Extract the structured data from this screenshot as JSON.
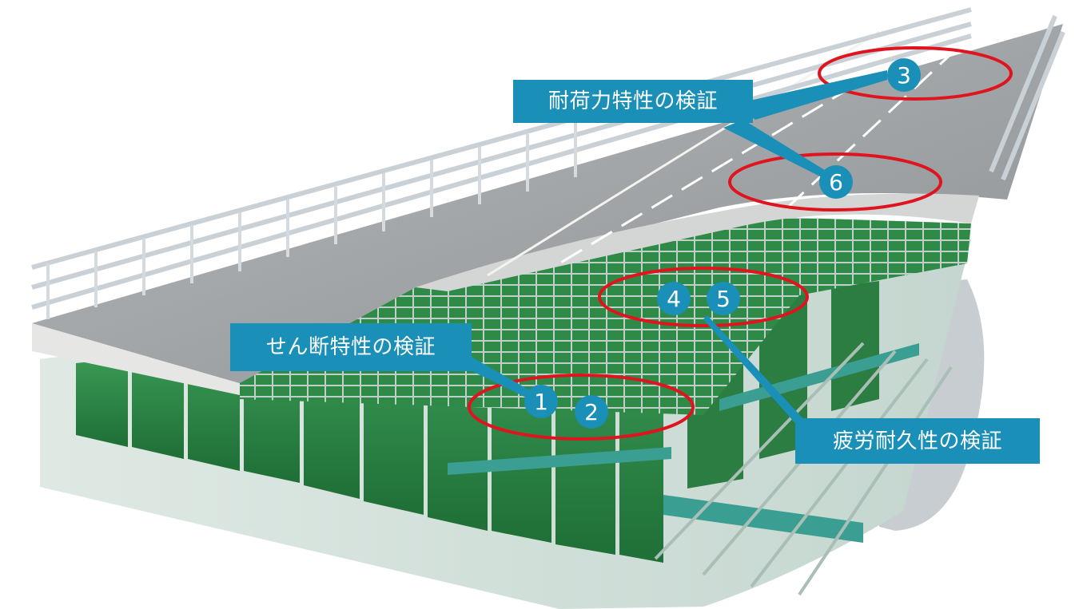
{
  "labels": {
    "load_capacity": "耐荷力特性の検証",
    "shear": "せん断特性の検証",
    "fatigue": "疲労耐久性の検証"
  },
  "markers": {
    "m1": "1",
    "m2": "2",
    "m3": "3",
    "m4": "4",
    "m5": "5",
    "m6": "6"
  },
  "colors": {
    "callout": "#1a8fb8",
    "highlight_ring": "#e0141e",
    "girder": "#2f8a48",
    "pavement": "#9a9d9f",
    "rail": "#c9d0d6"
  }
}
